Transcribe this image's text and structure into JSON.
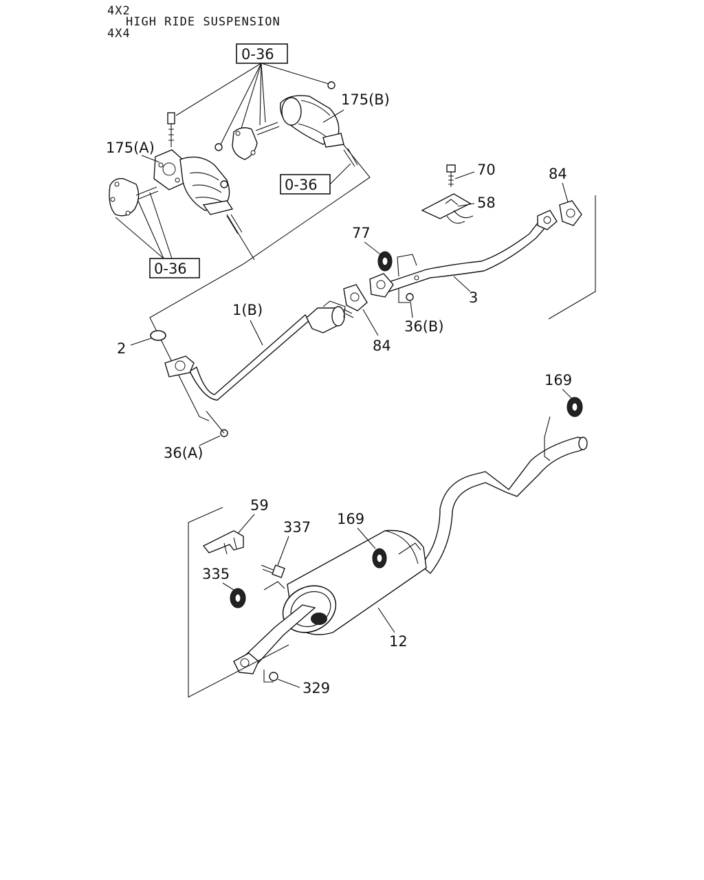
{
  "header": {
    "line1": "4X2",
    "line2": "HIGH RIDE SUSPENSION",
    "line3": "4X4"
  },
  "refs": {
    "top": "0-36",
    "mid": "0-36",
    "left": "0-36"
  },
  "callouts": {
    "c175a": "175(A)",
    "c175b": "175(B)",
    "c70": "70",
    "c84a": "84",
    "c58": "58",
    "c77": "77",
    "c3": "3",
    "c36b": "36(B)",
    "c1b": "1(B)",
    "c2": "2",
    "c84b": "84",
    "c36a": "36(A)",
    "c169a": "169",
    "c59": "59",
    "c337": "337",
    "c169b": "169",
    "c335": "335",
    "c12": "12",
    "c329": "329"
  }
}
